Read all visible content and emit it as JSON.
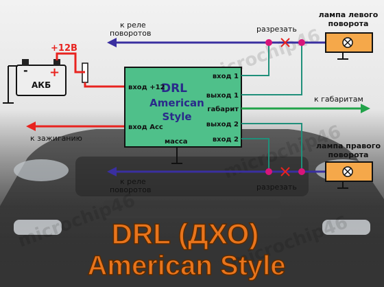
{
  "colors": {
    "accent_red": "#e8231f",
    "wire_blue": "#3a2fa0",
    "wire_teal": "#1f8f7a",
    "wire_green": "#22a34a",
    "module_fill": "#4fc08a",
    "lamp_fill": "#f5a84a",
    "title_orange": "#e8741c",
    "cut_mark": "#e8231f",
    "junction": "#d8157a"
  },
  "watermarks": [
    "microchip46",
    "microchip46",
    "microchip46",
    "microchip46"
  ],
  "battery": {
    "label": "АКБ",
    "minus": "-",
    "plus": "+",
    "voltage": "+12В"
  },
  "module": {
    "title_line1": "DRL",
    "title_line2": "American",
    "title_line3": "Style",
    "pin_plus12": "вход +12",
    "pin_acc": "вход Асс",
    "pin_ground": "масса",
    "pin_in1": "вход 1",
    "pin_out1": "выход 1",
    "pin_gabarit": "габарит",
    "pin_out2": "выход 2",
    "pin_in2": "вход 2"
  },
  "labels": {
    "relay_top_1": "к реле",
    "relay_top_2": "поворотов",
    "relay_bottom_1": "к реле",
    "relay_bottom_2": "поворотов",
    "cut_top": "разрезать",
    "cut_bottom": "разрезать",
    "lamp_left_1": "лампа левого",
    "lamp_left_2": "поворота",
    "lamp_right_1": "лампа правого",
    "lamp_right_2": "поворота",
    "to_parking": "к габаритам",
    "to_ignition": "к зажиганию"
  },
  "title": {
    "line1": "DRL (ДХО)",
    "line2": "American Style"
  }
}
